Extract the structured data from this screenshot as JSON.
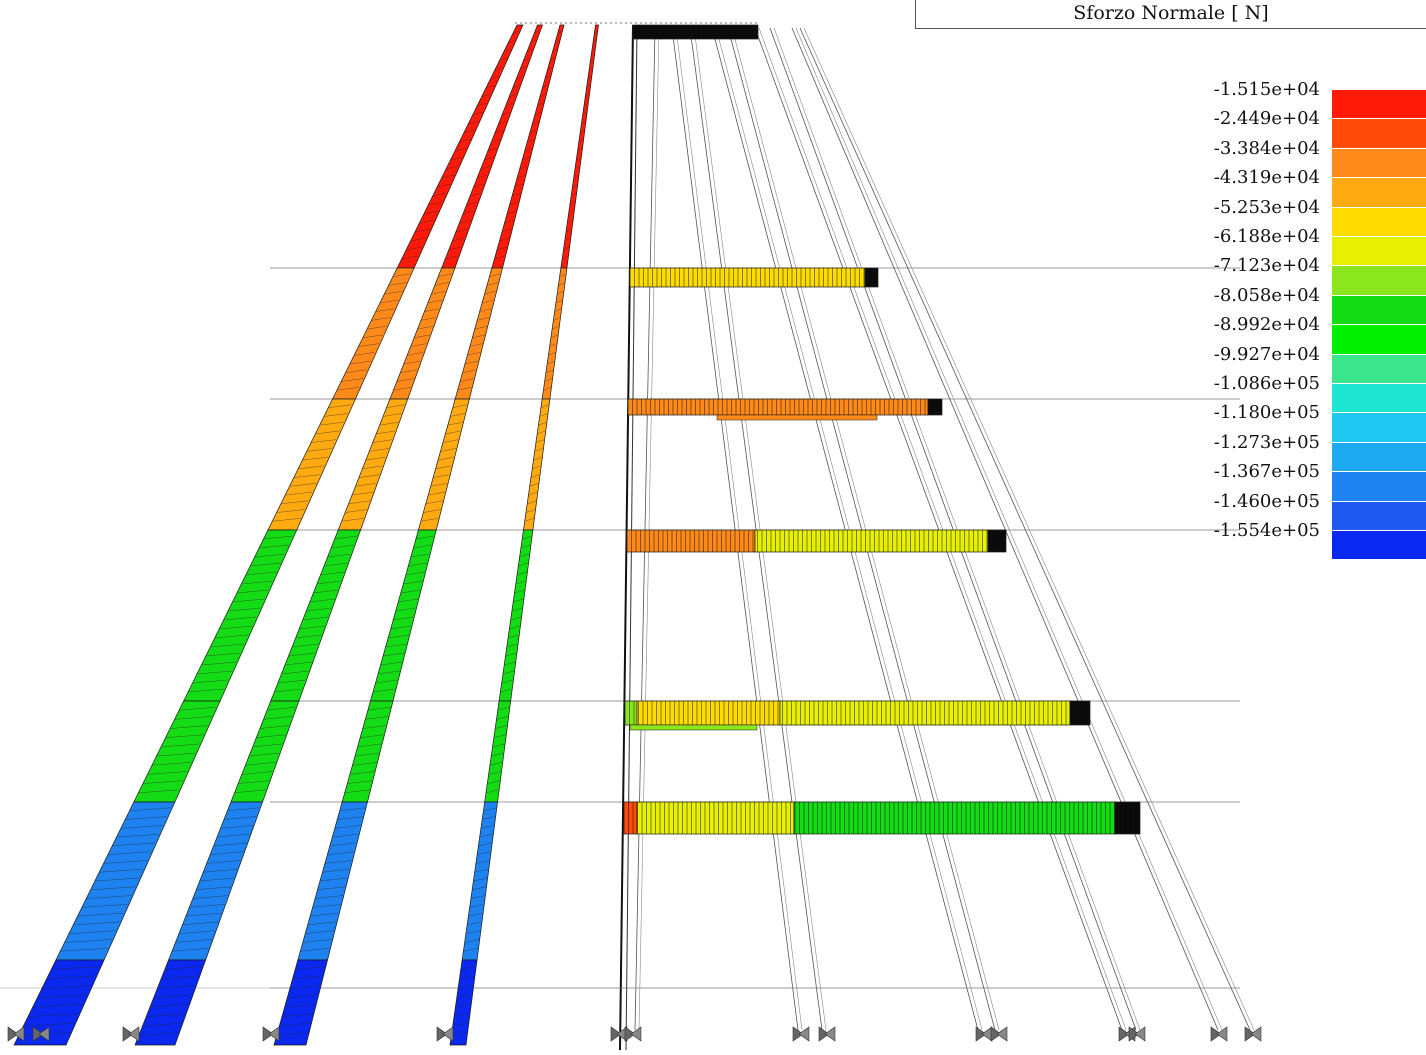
{
  "title": "Sforzo Normale [ N]",
  "legend": {
    "labels": [
      "-1.515e+04",
      "-2.449e+04",
      "-3.384e+04",
      "-4.319e+04",
      "-5.253e+04",
      "-6.188e+04",
      "-7.123e+04",
      "-8.058e+04",
      "-8.992e+04",
      "-9.927e+04",
      "-1.086e+05",
      "-1.180e+05",
      "-1.273e+05",
      "-1.367e+05",
      "-1.460e+05",
      "-1.554e+05"
    ],
    "colors": [
      "#ff1a0a",
      "#ff4a0a",
      "#ff8a1a",
      "#ffaa10",
      "#ffdc00",
      "#e6f000",
      "#8ce61e",
      "#14dc14",
      "#00f000",
      "#3ce68c",
      "#1ee6d2",
      "#1ec8f0",
      "#1eaaf0",
      "#1e82f0",
      "#1e5af0",
      "#0a28f0"
    ]
  },
  "colors": {
    "frame_line": "#777777",
    "outline": "#1a1a1a"
  }
}
